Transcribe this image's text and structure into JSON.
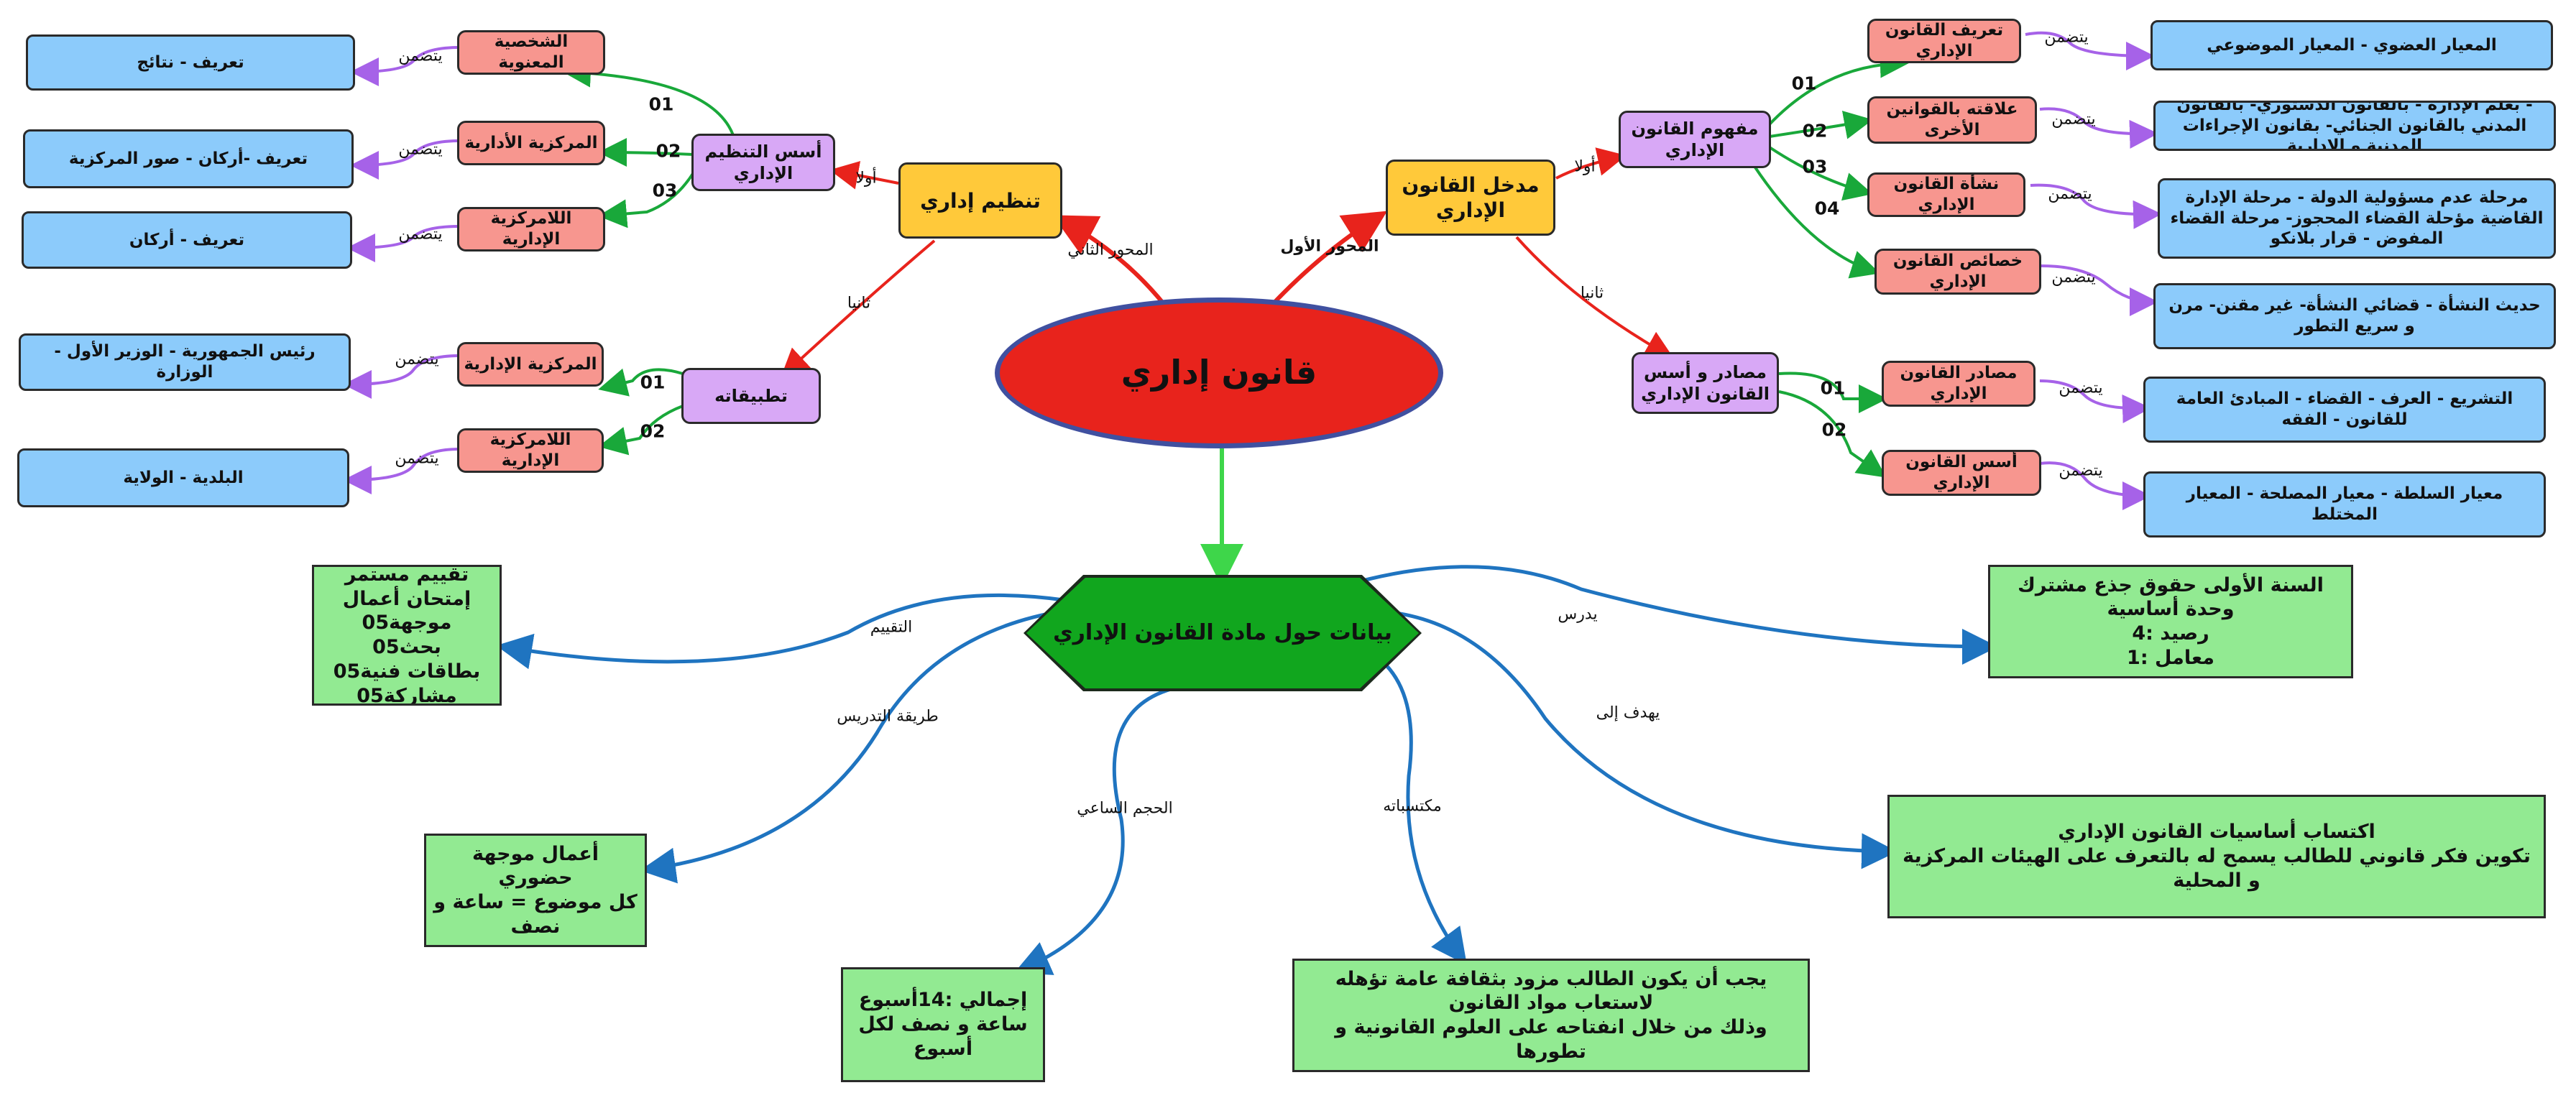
{
  "colors": {
    "central_fill": "#e8231c",
    "central_border": "#4050a0",
    "main_fill": "#ffc93a",
    "sub_fill": "#d8a8f6",
    "red_fill": "#f7968f",
    "blue_fill": "#8ccbfb",
    "green_fill": "#92ea92",
    "hex_fill": "#11a61e",
    "arrow_red": "#e8231c",
    "arrow_green": "#19a83a",
    "arrow_purple": "#a662e8",
    "arrow_blue": "#1f74c0",
    "arrow_center_down": "#3ed64a"
  },
  "central": {
    "title": "قانون إداري"
  },
  "axis1": {
    "edge_label": "المحور الأول",
    "title": "مدخل القانون الإداري",
    "first_label": "أولا",
    "second_label": "ثانيا",
    "concept": {
      "title": "مفهوم القانون الإداري",
      "items": [
        {
          "num": "01",
          "title": "تعريف القانون الإداري",
          "includes": "يتضمن",
          "detail": "المعيار العضوي - المعيار الموضوعي"
        },
        {
          "num": "02",
          "title": "علاقته بالقوانين الأخرى",
          "includes": "يتضمن",
          "detail": "- بعلم الإدارة - بالقانون الدستوري- بالقانون المدني بالقانون الجنائي- بقانون الإجراءات المدنية و الإدارية"
        },
        {
          "num": "03",
          "title": "نشأة القانون الإداري",
          "includes": "يتضمن",
          "detail": "مرحلة عدم مسؤولية الدولة - مرحلة الإدارة القاضية مؤحلة القضاء المحجوز- مرحلة القضاء المفوض - قرار بلانكو"
        },
        {
          "num": "04",
          "title": "خصائص القانون الإداري",
          "includes": "يتضمن",
          "detail": "حديث النشأة - قضائي النشأة- غير مقنن- مرن و سريع التطور"
        }
      ]
    },
    "sources": {
      "title": "مصادر و أسس القانون الإداري",
      "items": [
        {
          "num": "01",
          "title": "مصادر القانون الإداري",
          "includes": "يتضمن",
          "detail": "التشريع - العرف - القضاء - المبادئ العامة للقانون - الفقه"
        },
        {
          "num": "02",
          "title": "أسس القانون الإداري",
          "includes": "يتضمن",
          "detail": "معيار السلطة - معيار المصلحة - المعيار المختلط"
        }
      ]
    }
  },
  "axis2": {
    "edge_label": "المحور الثاني",
    "title": "تنظيم إداري",
    "first_label": "أولا",
    "second_label": "ثانيا",
    "foundations": {
      "title": "أسس التنظيم الإداري",
      "items": [
        {
          "num": "01",
          "title": "الشخصية المعنوية",
          "includes": "يتضمن",
          "detail": "تعريف - نتائج"
        },
        {
          "num": "02",
          "title": "المركزية الأدارية",
          "includes": "يتضمن",
          "detail": "تعريف -أركان - صور المركزية"
        },
        {
          "num": "03",
          "title": "اللامركزية الإدارية",
          "includes": "يتضمن",
          "detail": "تعريف - أركان"
        }
      ]
    },
    "applications": {
      "title": "تطبيقاته",
      "items": [
        {
          "num": "01",
          "title": "المركزية الإدارية",
          "includes": "يتضمن",
          "detail": "رئيس الجمهورية - الوزير الأول - الوزارة"
        },
        {
          "num": "02",
          "title": "اللامركزية الإدارية",
          "includes": "يتضمن",
          "detail": "البلدية - الولاية"
        }
      ]
    }
  },
  "course": {
    "title": "بيانات حول مادة القانون الإداري",
    "evaluation": {
      "label": "التقييم",
      "lines": [
        "تقييم مستمر",
        "إمتحان أعمال موجهة05",
        "بحث05",
        "بطاقات فنية05",
        "مشاركة05"
      ]
    },
    "teaching_method": {
      "label": "طريقة التدريس",
      "lines": [
        "أعمال موجهة",
        "حضوري",
        "كل موضوع = ساعة و نصف"
      ]
    },
    "hours": {
      "label": "الحجم الساعي",
      "lines": [
        "إجمالي :14أسبوع",
        "ساعة و نصف لكل أسبوع"
      ]
    },
    "prerequisites": {
      "label": "مكتسباته",
      "lines": [
        "يجب أن يكون الطالب مزود بثقافة عامة تؤهله لاستعاب مواد القانون",
        "وذلك من خلال انفتاحه على العلوم القانونية و تطورها"
      ]
    },
    "aims": {
      "label": "يهدف إلى",
      "lines": [
        "اكتساب أساسيات القانون الإداري",
        "تكوين فكر قانوني للطالب يسمح له بالتعرف على الهيئات المركزية و المحلية"
      ]
    },
    "studied": {
      "label": "يدرس",
      "lines": [
        "السنة الأولى حقوق جذع مشترك",
        "وحدة أساسية",
        "رصيد :4",
        "معامل :1"
      ]
    }
  }
}
